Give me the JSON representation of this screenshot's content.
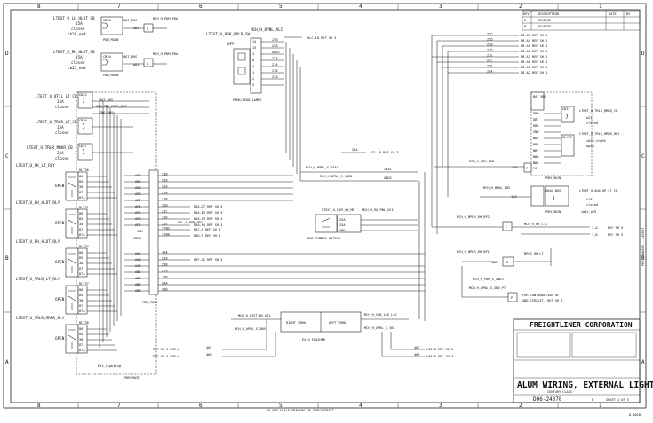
{
  "frame": {
    "columns_top": [
      "8",
      "7",
      "6",
      "5",
      "4",
      "3",
      "2",
      "1"
    ],
    "columns_bottom": [
      "8",
      "7",
      "6",
      "5",
      "4",
      "3",
      "2",
      "1"
    ],
    "rows_left": [
      "D",
      "C",
      "B",
      "A"
    ],
    "rows_right": [
      "D",
      "C",
      "B",
      "A"
    ],
    "bottom_note": "DO NOT SCALE DRAWING OR SUBCONTRACT",
    "corner_label": "D-0028"
  },
  "left_column": {
    "breaker1": {
      "label": "LTEXT_U_LH_HLDT_CB",
      "amps": "15A",
      "state": "closed",
      "ref": "cb28_ee4",
      "id": "CB28",
      "pin_a": "BAT_BUS",
      "pin_b": "AB1",
      "conn": "A",
      "panel": "PDM_MAIN",
      "wire": "MCH_H_PDM_PDA"
    },
    "breaker2": {
      "label": "LTEXT_U_RH_HLDT_CB",
      "amps": "15A",
      "state": "closed",
      "ref": "cb23_ee4",
      "id": "CB20",
      "pin_a": "BAT_BUS",
      "pin_b": "AD1",
      "conn": "A",
      "panel": "PDM_MAIN",
      "wire": "MCH_H_PDM_PDA"
    },
    "breaker3": {
      "label": "LTEXT_U_UTIL_LT_CB",
      "amps": "15A",
      "state": "closed",
      "id": "CB32"
    },
    "breaker4": {
      "label": "LTEXT_U_TRLR_LT_CB",
      "amps": "15A",
      "state": "closed",
      "id": "CB36"
    },
    "breaker5": {
      "label": "LTEXT_U_TRLR_MRKR_CB",
      "amps": "21A",
      "state": "closed",
      "id": "CB37"
    },
    "bus_labels": [
      "BAT_BUS",
      "400_PWR_RPT1_BUS",
      "GND_BUS"
    ],
    "relays": [
      {
        "label": "LTEXT_U_PK_LT_RLY",
        "id": "RLY36",
        "open": "OPEN",
        "pins": [
          "86",
          "85",
          "30",
          "87",
          "87A"
        ]
      },
      {
        "label": "LTEXT_U_LH_HLDT_RLY",
        "id": "RLY31",
        "open": "OPEN",
        "pins": [
          "86",
          "85",
          "30",
          "87",
          "87A"
        ]
      },
      {
        "label": "LTEXT_U_RH_HLDT_RLY",
        "id": "RLY33",
        "open": "OPEN",
        "pins": [
          "86",
          "85",
          "30",
          "87",
          "87A"
        ]
      },
      {
        "label": "LTEXT_U_TRLR_LT_RLY",
        "id": "RLY37",
        "open": "OPEN",
        "pins": [
          "86",
          "85",
          "30",
          "87",
          "87A"
        ]
      },
      {
        "label": "LTEXT_U_TRLR_MRKR_RLY",
        "id": "RLY38",
        "open": "OPEN",
        "pins": [
          "86",
          "85",
          "30",
          "87",
          "87A"
        ]
      }
    ],
    "bottom_label": "Ext_Lighting",
    "panel": "PDM_MAIN"
  },
  "center": {
    "switch_label": "LTEXT_U_PRK_HDLP_SW",
    "switch_conn": "MCH_H_BPNL_ALC",
    "switch_off": "OFF",
    "switch_name": "PARK/HEAD LAMPS",
    "switch_pins": [
      "14",
      "15",
      "3",
      "8",
      "4",
      "1",
      "2",
      "5"
    ],
    "switch_wires": [
      "23B",
      "25A",
      "GND2",
      "22A",
      "21A",
      "21B",
      "23A"
    ],
    "switch_ref": "ALC-10  REF SH 5",
    "ecu_rows": [
      {
        "pin": "AE6",
        "wire": "23B",
        "ref": ""
      },
      {
        "pin": "AE5",
        "wire": "25A",
        "ref": ""
      },
      {
        "pin": "AE8",
        "wire": "22A",
        "ref": ""
      },
      {
        "pin": "AE8",
        "wire": "21A",
        "ref": ""
      },
      {
        "pin": "AE7",
        "wire": "21B",
        "ref": ""
      },
      {
        "pin": "AF1",
        "wire": "22B",
        "ref": "PDA-D7  REF SH 4"
      },
      {
        "pin": "AF2",
        "wire": "21C",
        "ref": "PDA-E3  REF SH 4"
      },
      {
        "pin": "AF3",
        "wire": "21D",
        "ref": "PDA-F3  REF SH 4"
      },
      {
        "pin": "AF4",
        "wire": "21E",
        "ref": "PDA-F4  REF SH 4"
      }
    ],
    "can_label": "CAN",
    "can_wires": [
      {
        "wire": "370D",
        "ref": "PDC-A  REF SH 3"
      },
      {
        "wire": "370B",
        "ref": "PDD-F  REF SH 3"
      }
    ],
    "can_open": "OPEN",
    "pdc_header": "SEL_A_PDM_PDC",
    "lower_rows": [
      {
        "pin": "AA2",
        "wire": "46A"
      },
      {
        "pin": "AA3",
        "wire": "25A",
        "ref": "PDF-A2  REF SH 3"
      },
      {
        "pin": "AA4",
        "wire": "25B"
      },
      {
        "pin": "AB1",
        "wire": "27A"
      },
      {
        "pin": "AB2",
        "wire": "27B"
      },
      {
        "pin": "AB5",
        "wire": "28A"
      },
      {
        "pin": "AB6",
        "wire": "28B"
      }
    ],
    "panel_ref": "PDM_MAIN",
    "ls2_ref": "LS2-19  REF SH 3",
    "lower_bus1": "MCH_H_BPNL_S_25A1",
    "lower_bus2": "MCH_H_BPNL_S_GND2",
    "dimmer_label": "LTEXT_U_DIM_SW_MR",
    "dimmer_conn": "MCH_H_RA_PNL_XS1",
    "dimmer_name": "PAR DIMMER SWITCH",
    "dimmer_pins": [
      "25A",
      "25A",
      "GND"
    ],
    "flasher_label": "EX_U_FLASHER",
    "flasher_left": "RIGHT TURN",
    "flasher_right": "LEFT TURN",
    "flasher_conn_left1": "MCH_H_DIST_BX_DC1",
    "flasher_conn_left2": "MCH_H_APNL_S_30R",
    "flasher_conn_right1": "MCH_H_CAB_LSE_LSC",
    "flasher_conn_right2": "MCH_H_APNL_S_30L",
    "ref_left1": "REF SH 5  DS2-8",
    "ref_left2": "REF SH 5  DS2-6",
    "ref_right1": "LS2-8  REF SH 5",
    "ref_right2": "LS2-6  REF SH 4"
  },
  "right": {
    "top_wires": [
      {
        "wire": "25C",
        "ref": "DB-A3  REF SH 1"
      },
      {
        "wire": "25D",
        "ref": "DB-A4  REF SH 1"
      },
      {
        "wire": "22B",
        "ref": "DB-A5  REF SH 1"
      },
      {
        "wire": "21D",
        "ref": "DB-A6  REF SH 1"
      },
      {
        "wire": "21E",
        "ref": "DB-A7  REF SH 1"
      },
      {
        "wire": "22C",
        "ref": "DB-A8  REF SH 1"
      },
      {
        "wire": "25E",
        "ref": "DB-A1  REF SH 1"
      },
      {
        "wire": "20A",
        "ref": "DB-A2  REF SH 1"
      }
    ],
    "pdm_block": {
      "bus": "BAT_BUS",
      "pins": [
        "DB9",
        "DB7",
        "DB8",
        "GND",
        "NB5",
        "NB8",
        "NB7",
        "NB8",
        "NB6"
      ],
      "cb_label": "LTEXT_U_TRLR_MRKR_CB",
      "cb_id": "CB37",
      "cb_ref": "A21",
      "cb_state": "closed",
      "relay_id": "RLY55",
      "relay_label": "LTEXT_U_TRLR_MRKR_RLY",
      "relay_ref": "cb59_ttg60",
      "relay_state": "open",
      "panel": "PDM_MAIN"
    },
    "pdm_wire": "MCH_H_PDM_PDN",
    "pdm_wire_val": "25A",
    "pdm_pin": "F",
    "pdm_pin2": "F6",
    "auxblock": {
      "label": "LTEXT_U_AUX_UP_LT_CB",
      "id": "A18",
      "state": "closed",
      "ref": "cb42_pf5",
      "bus": "DUAL_BUS",
      "pin": "128",
      "conn": "MCH_H_BPNL_PDS",
      "panel": "PDM_MAIN"
    },
    "conn_block1": {
      "label": "MCH_H_BPLR_RH_RP2",
      "pins": [
        "C",
        "7-A",
        "7-B"
      ],
      "refs": [
        "REF SH 5",
        "REF SH 5"
      ],
      "sub": "MCH_H_RH_L_1"
    },
    "conn_block2": {
      "label": "MCH_H_BPLR_RH_RP1",
      "pins": [
        "GND",
        "A",
        "B"
      ],
      "sub": "BPLR_RH_LT"
    },
    "conn_block3": {
      "label": "MCH_H_PDM_S_GND3",
      "sub": "MCH_H_APNL_S_GND_PT",
      "pin": "P"
    },
    "note": "FOR CONTINUATION OF\nGND CIRCUIT, REF SH 5"
  },
  "title_block": {
    "company": "FREIGHTLINER CORPORATION",
    "title": "ALUM WIRING, EXTERNAL LIGHTING",
    "subtitle": "CENTURY CLASS",
    "drawing_no": "D06-24378",
    "sheet": "SHEET 1 OF 5",
    "rev": "B",
    "revision_header": [
      "REV",
      "DESCRIPTION",
      "DATE",
      "BY"
    ],
    "revisions": [
      [
        "A",
        "RELEASE",
        "",
        ""
      ],
      [
        "B",
        "REVISED",
        "",
        ""
      ]
    ],
    "side_text": "PDR DRAWING - LAYOUT"
  }
}
